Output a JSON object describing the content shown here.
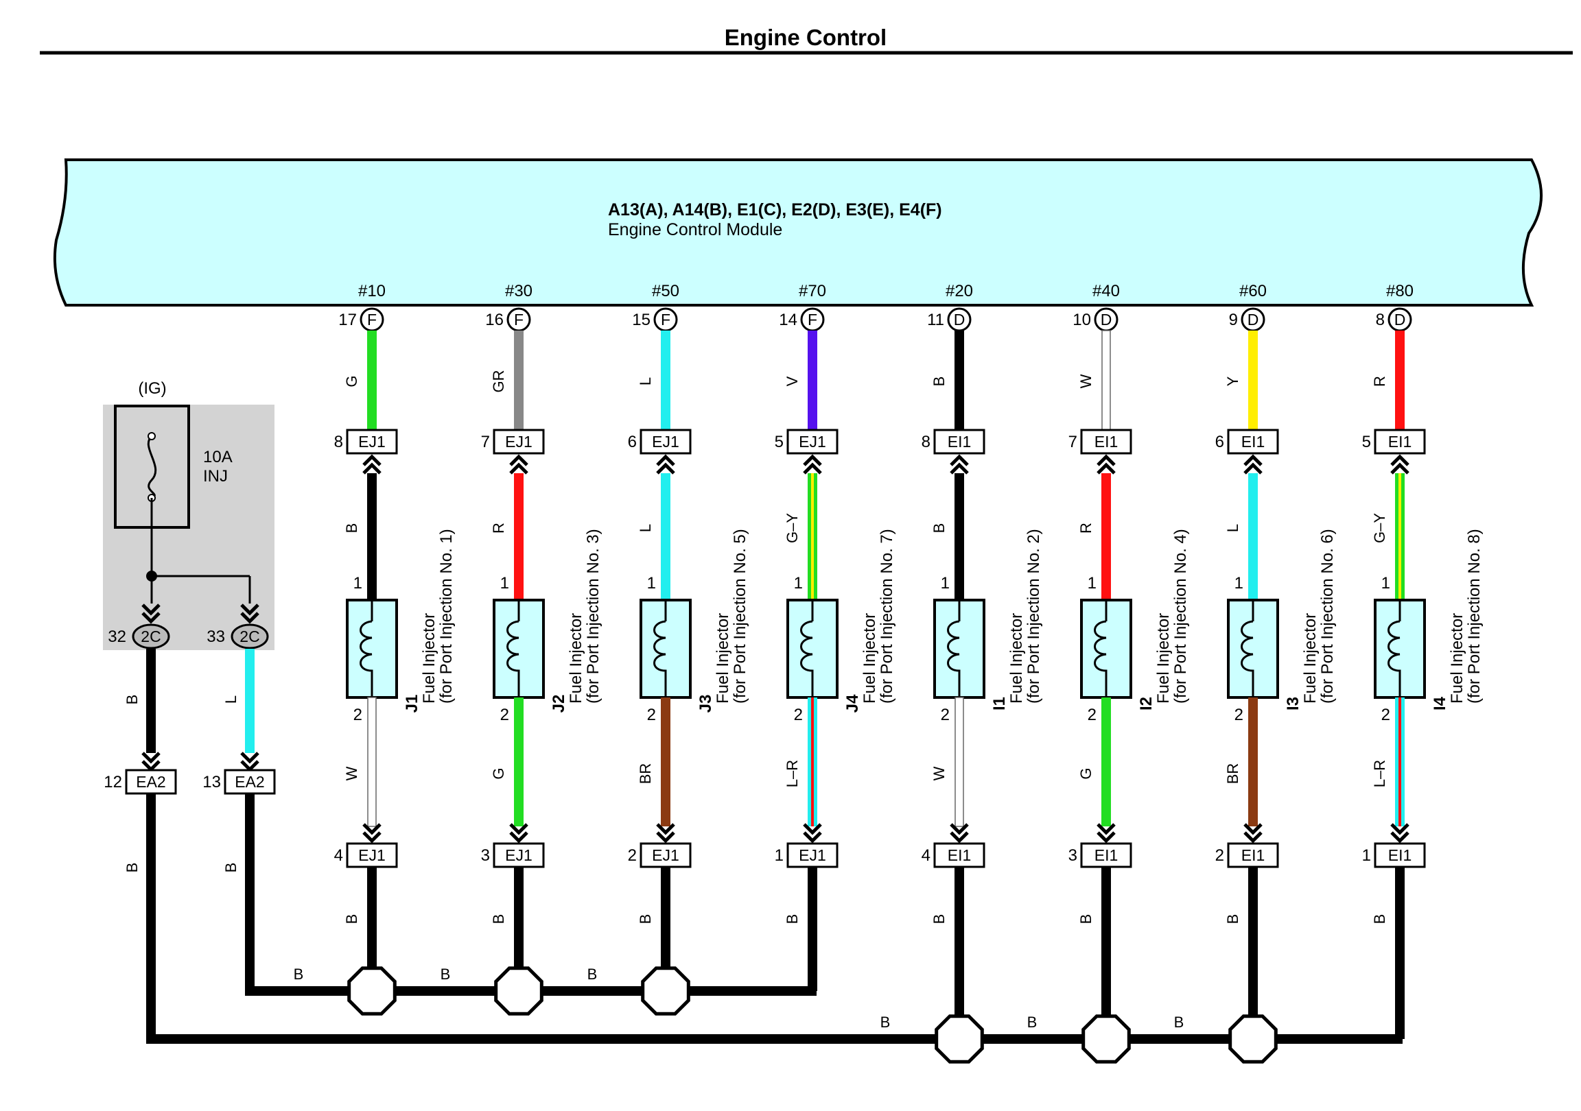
{
  "title": "Engine Control",
  "module": {
    "connectors": "A13(A), A14(B), E1(C), E2(D), E3(E), E4(F)",
    "name": "Engine Control Module"
  },
  "fuse_box": {
    "label": "(IG)",
    "fuse_rating": "10A",
    "fuse_name": "INJ",
    "outputs": [
      {
        "pin": "32",
        "connector": "2C"
      },
      {
        "pin": "33",
        "connector": "2C"
      }
    ]
  },
  "feeds": [
    {
      "wire_color": "B",
      "pin": "12",
      "connector": "EA2",
      "ground_wire": "B"
    },
    {
      "wire_color": "L",
      "pin": "13",
      "connector": "EA2",
      "ground_wire": "B"
    }
  ],
  "injectors": [
    {
      "signal": "#10",
      "ecm_pin": "17",
      "ecm_conn": "F",
      "sig_wire": "G",
      "conn_a_pin": "8",
      "conn_a": "EJ1",
      "feed_wire": "B",
      "id": "J1",
      "name": "Fuel Injector",
      "desc": "(for Port Injection No. 1)",
      "pin1": "1",
      "pin2": "2",
      "ret_wire": "W",
      "conn_b_pin": "4",
      "conn_b": "EJ1",
      "gnd_wire": "B",
      "sig_hex": "#22dd22",
      "feed_hex": "#000000",
      "ret_hex": "#ffffff"
    },
    {
      "signal": "#30",
      "ecm_pin": "16",
      "ecm_conn": "F",
      "sig_wire": "GR",
      "conn_a_pin": "7",
      "conn_a": "EJ1",
      "feed_wire": "R",
      "id": "J2",
      "name": "Fuel Injector",
      "desc": "(for Port Injection No. 3)",
      "pin1": "1",
      "pin2": "2",
      "ret_wire": "G",
      "conn_b_pin": "3",
      "conn_b": "EJ1",
      "gnd_wire": "B",
      "sig_hex": "#888888",
      "feed_hex": "#ff1111",
      "ret_hex": "#22dd22"
    },
    {
      "signal": "#50",
      "ecm_pin": "15",
      "ecm_conn": "F",
      "sig_wire": "L",
      "conn_a_pin": "6",
      "conn_a": "EJ1",
      "feed_wire": "L",
      "id": "J3",
      "name": "Fuel Injector",
      "desc": "(for Port Injection No. 5)",
      "pin1": "1",
      "pin2": "2",
      "ret_wire": "BR",
      "conn_b_pin": "2",
      "conn_b": "EJ1",
      "gnd_wire": "B",
      "sig_hex": "#22eeee",
      "feed_hex": "#22eeee",
      "ret_hex": "#8b3a12"
    },
    {
      "signal": "#70",
      "ecm_pin": "14",
      "ecm_conn": "F",
      "sig_wire": "V",
      "conn_a_pin": "5",
      "conn_a": "EJ1",
      "feed_wire": "G–Y",
      "id": "J4",
      "name": "Fuel Injector",
      "desc": "(for Port Injection No. 7)",
      "pin1": "1",
      "pin2": "2",
      "ret_wire": "L–R",
      "conn_b_pin": "1",
      "conn_b": "EJ1",
      "gnd_wire": "B",
      "sig_hex": "#5511ee",
      "feed_hex": "#22dd22",
      "feed_stripe": "#ffee00",
      "ret_hex": "#22eeee",
      "ret_stripe": "#ff1111"
    },
    {
      "signal": "#20",
      "ecm_pin": "11",
      "ecm_conn": "D",
      "sig_wire": "B",
      "conn_a_pin": "8",
      "conn_a": "EI1",
      "feed_wire": "B",
      "id": "I1",
      "name": "Fuel Injector",
      "desc": "(for Port Injection No. 2)",
      "pin1": "1",
      "pin2": "2",
      "ret_wire": "W",
      "conn_b_pin": "4",
      "conn_b": "EI1",
      "gnd_wire": "B",
      "sig_hex": "#000000",
      "feed_hex": "#000000",
      "ret_hex": "#ffffff"
    },
    {
      "signal": "#40",
      "ecm_pin": "10",
      "ecm_conn": "D",
      "sig_wire": "W",
      "conn_a_pin": "7",
      "conn_a": "EI1",
      "feed_wire": "R",
      "id": "I2",
      "name": "Fuel Injector",
      "desc": "(for Port Injection No. 4)",
      "pin1": "1",
      "pin2": "2",
      "ret_wire": "G",
      "conn_b_pin": "3",
      "conn_b": "EI1",
      "gnd_wire": "B",
      "sig_hex": "#ffffff",
      "feed_hex": "#ff1111",
      "ret_hex": "#22dd22"
    },
    {
      "signal": "#60",
      "ecm_pin": "9",
      "ecm_conn": "D",
      "sig_wire": "Y",
      "conn_a_pin": "6",
      "conn_a": "EI1",
      "feed_wire": "L",
      "id": "I3",
      "name": "Fuel Injector",
      "desc": "(for Port Injection No. 6)",
      "pin1": "1",
      "pin2": "2",
      "ret_wire": "BR",
      "conn_b_pin": "2",
      "conn_b": "EI1",
      "gnd_wire": "B",
      "sig_hex": "#ffee00",
      "feed_hex": "#22eeee",
      "ret_hex": "#8b3a12"
    },
    {
      "signal": "#80",
      "ecm_pin": "8",
      "ecm_conn": "D",
      "sig_wire": "R",
      "conn_a_pin": "5",
      "conn_a": "EI1",
      "feed_wire": "G–Y",
      "id": "I4",
      "name": "Fuel Injector",
      "desc": "(for Port Injection No. 8)",
      "pin1": "1",
      "pin2": "2",
      "ret_wire": "L–R",
      "conn_b_pin": "1",
      "conn_b": "EI1",
      "gnd_wire": "B",
      "sig_hex": "#ff1111",
      "feed_hex": "#22dd22",
      "feed_stripe": "#ffee00",
      "ret_hex": "#22eeee",
      "ret_stripe": "#ff1111"
    }
  ],
  "bus_labels": [
    "B",
    "B",
    "B",
    "B",
    "B",
    "B"
  ],
  "colors": {
    "module_fill": "#ccffff",
    "fuse_box_fill": "#d3d3d3",
    "injector_fill": "#ccffff"
  }
}
